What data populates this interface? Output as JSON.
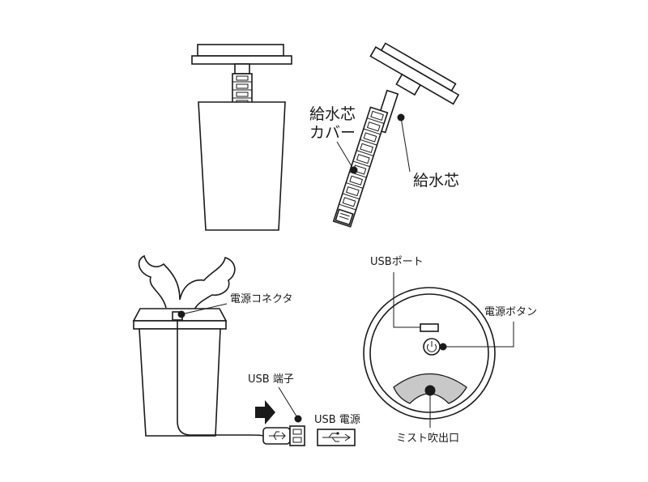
{
  "labels": {
    "wick_cover": [
      "給水芯",
      "カバー"
    ],
    "wick": "給水芯",
    "power_connector": "電源コネクタ",
    "usb_terminal": "USB 端子",
    "usb_power": "USB 電源",
    "usb_port": "USBポート",
    "power_button": "電源ボタン",
    "mist_outlet": "ミスト吹出口"
  },
  "colors": {
    "ink": "#1a1a1a",
    "mist_ring": "#c8c8c8"
  },
  "icons": [
    "power-icon",
    "usb-symbol-icon",
    "arrow-right-icon",
    "usb-plug-icon"
  ]
}
